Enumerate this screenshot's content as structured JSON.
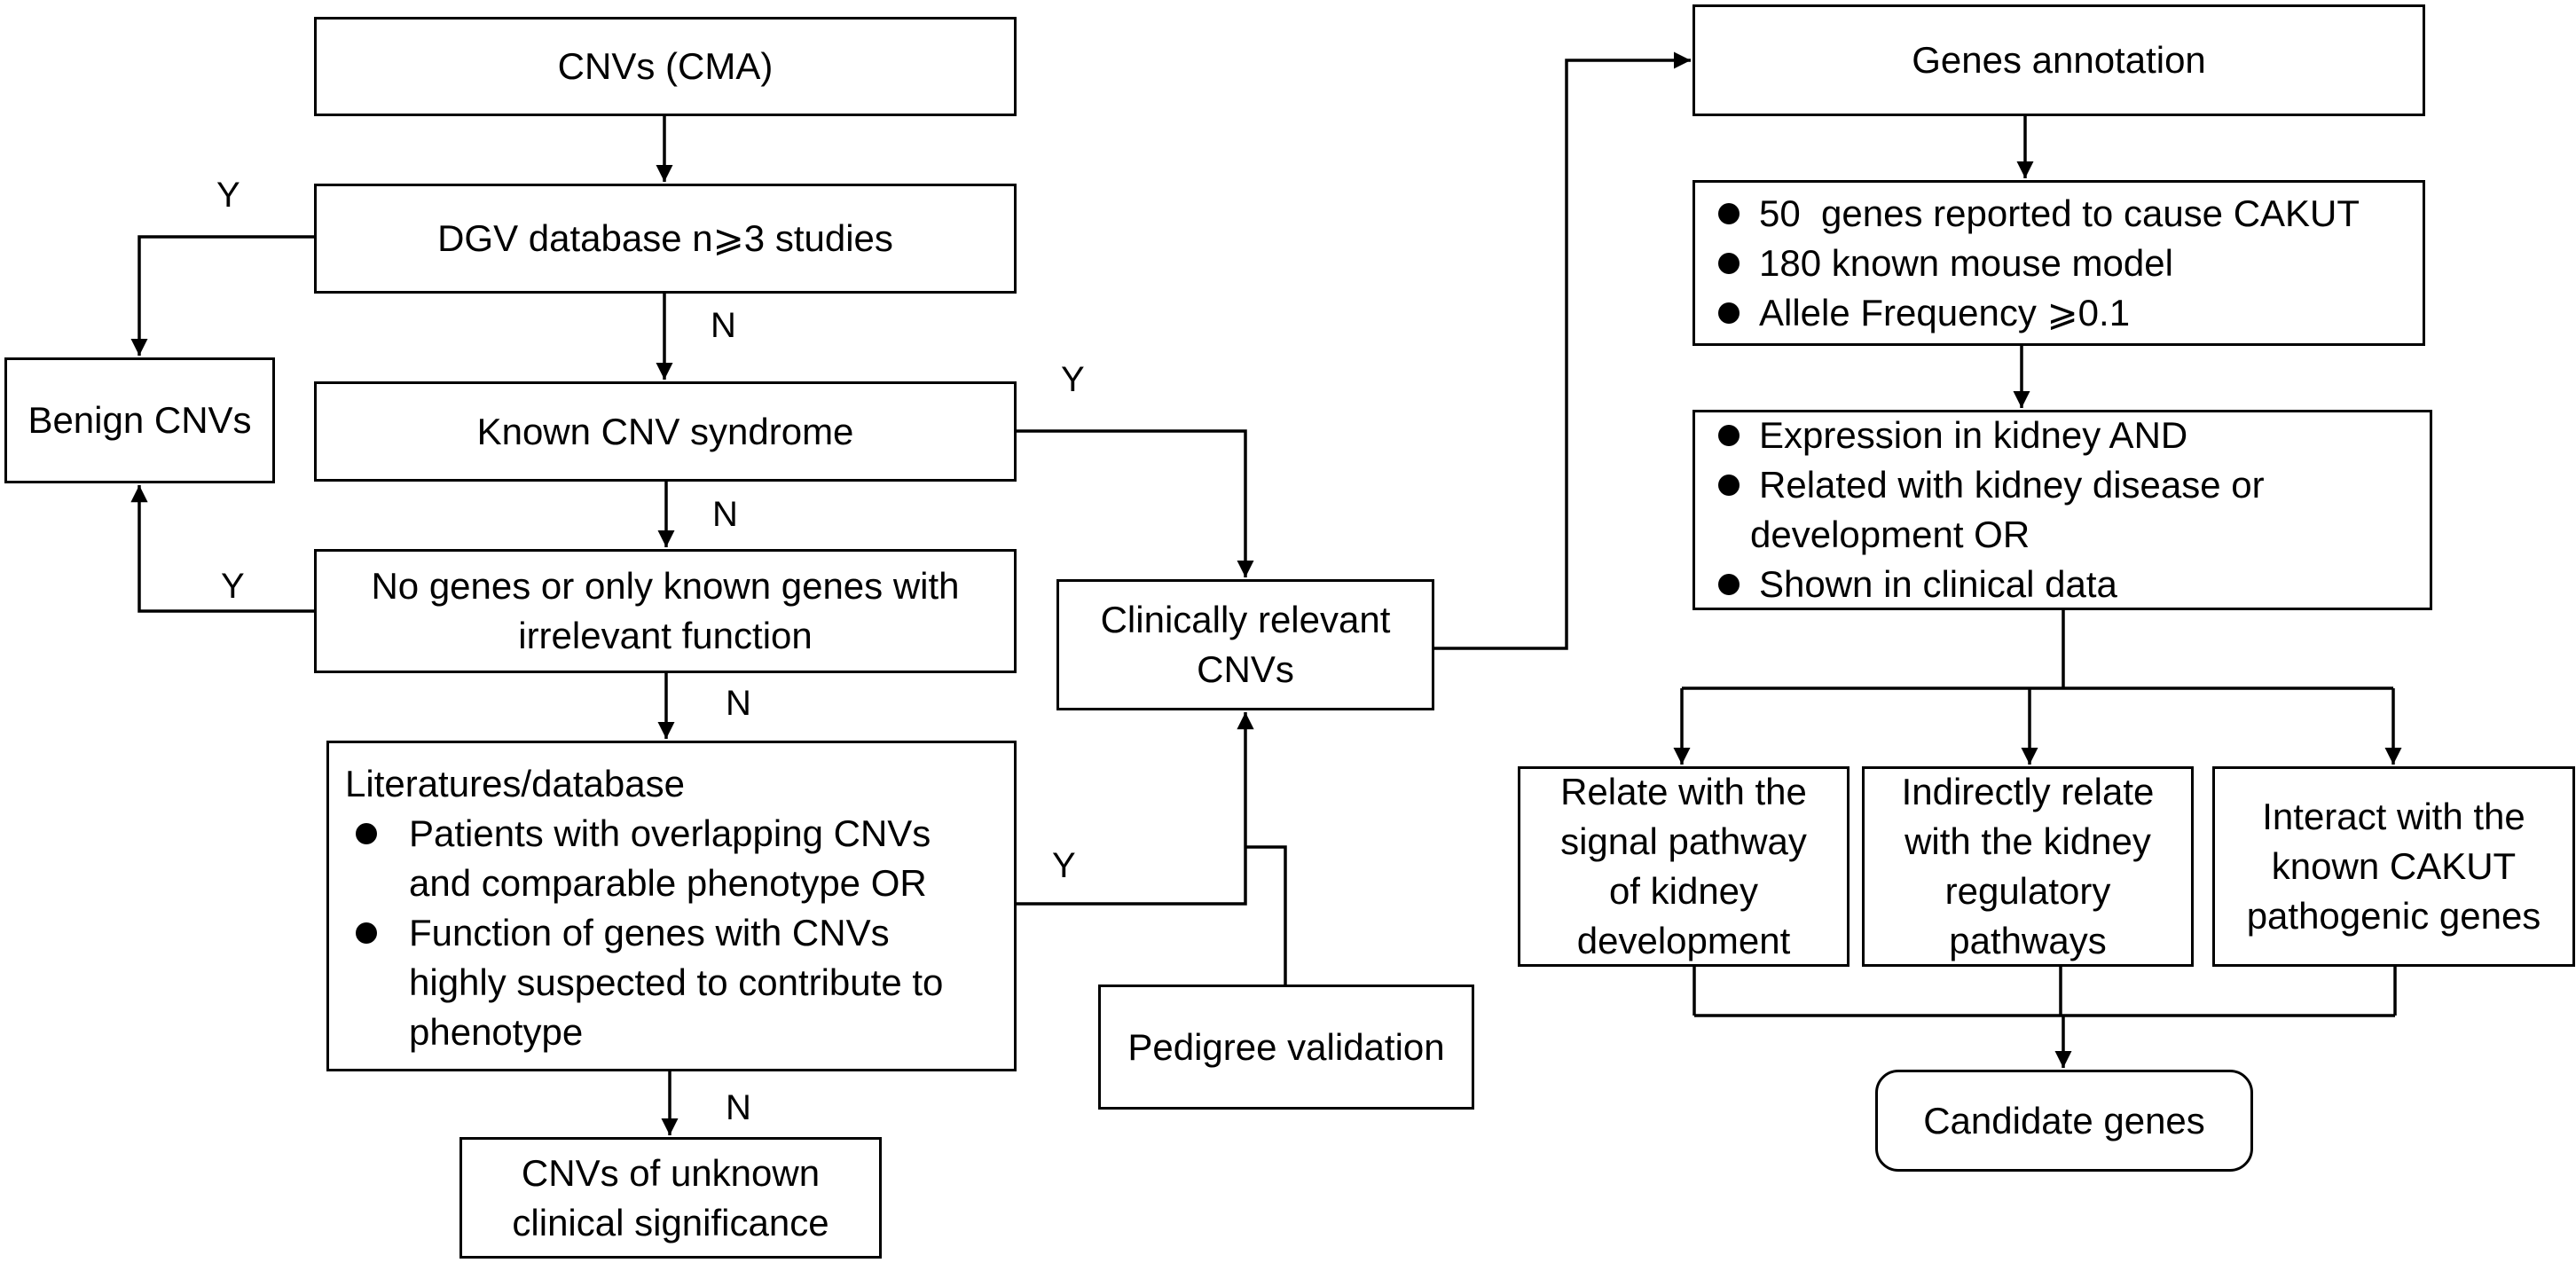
{
  "nodes": {
    "cnvs_cma": {
      "text": "CNVs (CMA)"
    },
    "dgv": {
      "text": "DGV database n⩾3 studies"
    },
    "benign": {
      "text": "Benign CNVs"
    },
    "known_syndrome": {
      "text": "Known CNV syndrome"
    },
    "no_genes": {
      "lines": [
        "No genes or only known genes with",
        "irrelevant function"
      ]
    },
    "literature": {
      "heading": "Literatures/database",
      "bullets": [
        [
          "Patients with overlapping CNVs",
          "and comparable phenotype OR"
        ],
        [
          "Function of genes with CNVs",
          "highly suspected to contribute to",
          "phenotype"
        ]
      ]
    },
    "unknown": {
      "lines": [
        "CNVs of unknown",
        "clinical significance"
      ]
    },
    "clinically_relevant": {
      "lines": [
        "Clinically relevant",
        "CNVs"
      ]
    },
    "pedigree": {
      "text": "Pedigree validation"
    },
    "genes_annotation": {
      "text": "Genes annotation"
    },
    "criteria": {
      "bullets": [
        "50  genes reported to cause CAKUT",
        "180 known mouse model",
        "Allele Frequency ⩾0.1"
      ]
    },
    "kidney_filter": {
      "bullets": [
        [
          "Expression in kidney AND"
        ],
        [
          "Related with kidney disease or",
          "development OR"
        ],
        [
          "Shown in clinical data"
        ]
      ]
    },
    "signal_pathway": {
      "lines": [
        "Relate with the",
        "signal pathway",
        "of kidney",
        "development"
      ]
    },
    "indirect": {
      "lines": [
        "Indirectly relate",
        "with the kidney",
        "regulatory",
        "pathways"
      ]
    },
    "interact": {
      "lines": [
        "Interact with the",
        "known CAKUT",
        "pathogenic genes"
      ]
    },
    "candidate": {
      "text": "Candidate genes"
    }
  },
  "edge_labels": {
    "dgv_yes": "Y",
    "dgv_no": "N",
    "syndrome_yes": "Y",
    "syndrome_no": "N",
    "no_genes_yes": "Y",
    "no_genes_no": "N",
    "literature_yes": "Y",
    "literature_no": "N"
  },
  "colors": {
    "stroke": "#000000",
    "background": "#ffffff",
    "text": "#000000"
  }
}
